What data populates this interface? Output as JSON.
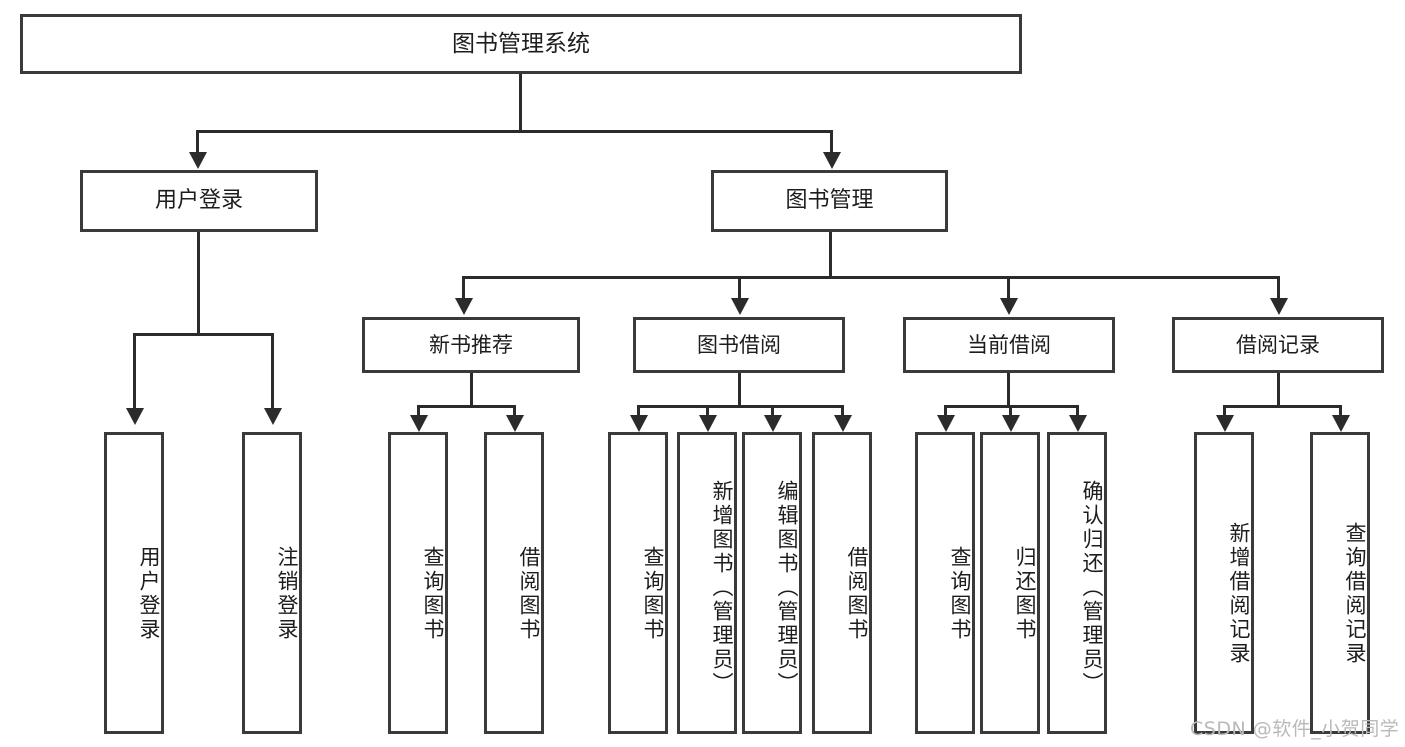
{
  "diagram": {
    "title": "图书管理系统",
    "type": "hierarchy-tree",
    "root": {
      "label": "图书管理系统"
    },
    "level1": [
      {
        "label": "用户登录"
      },
      {
        "label": "图书管理"
      }
    ],
    "level2": [
      {
        "label": "新书推荐"
      },
      {
        "label": "图书借阅"
      },
      {
        "label": "当前借阅"
      },
      {
        "label": "借阅记录"
      }
    ],
    "leaves": {
      "user_login": [
        {
          "label": "用户登录"
        },
        {
          "label": "注销登录"
        }
      ],
      "new_book_recommend": [
        {
          "label": "查询图书"
        },
        {
          "label": "借阅图书"
        }
      ],
      "book_borrow": [
        {
          "label": "查询图书"
        },
        {
          "label": "新增图书（管理员）"
        },
        {
          "label": "编辑图书（管理员）"
        },
        {
          "label": "借阅图书"
        }
      ],
      "current_borrow": [
        {
          "label": "查询图书"
        },
        {
          "label": "归还图书"
        },
        {
          "label": "确认归还（管理员）"
        }
      ],
      "borrow_record": [
        {
          "label": "新增借阅记录"
        },
        {
          "label": "查询借阅记录"
        }
      ]
    }
  },
  "watermark": {
    "text": "CSDN @软件_小贺同学"
  },
  "colors": {
    "box_border": "#3a3a3a",
    "connector": "#2b2b2b",
    "text": "#1d1d1d",
    "background": "#ffffff",
    "watermark": "#b9b9b9"
  }
}
